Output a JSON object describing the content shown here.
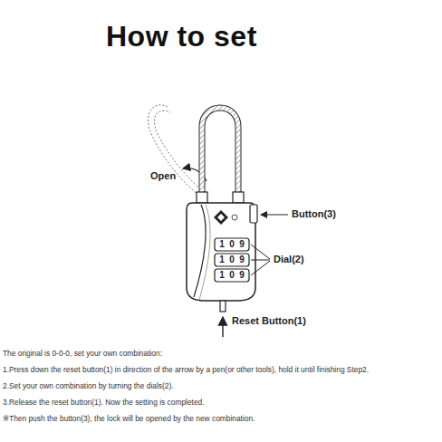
{
  "diagram": {
    "title": "How to set",
    "labels": [
      "Open",
      "Button(3)",
      "Dial(2)",
      "1",
      "0",
      "9",
      "1",
      "0",
      "9",
      "1",
      "0",
      "9",
      "Reset Button(1)",
      "The original is 0-0-0, set your own combination:",
      "1.Press down the reset button(1) in direction of the arrow by a pen(or other tools), hold it until finishing Step2.",
      "2.Set your own combination by turning the dials(2).",
      "3.Release the reset button(1). Now the setting is completed.",
      "※Then push the button(3), the lock will be opened by the new combination."
    ]
  }
}
